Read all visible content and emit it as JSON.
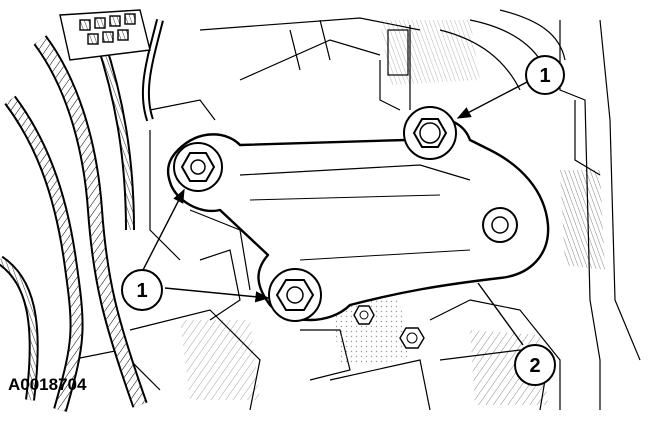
{
  "figure": {
    "id": "A0018704",
    "colors": {
      "ink": "#000000",
      "paper": "#ffffff",
      "shade": "#9a9a9a"
    }
  },
  "callouts": [
    {
      "label": "1",
      "target": "upper-right-bolt"
    },
    {
      "label": "1",
      "target": "left-and-lower-bolts"
    },
    {
      "label": "2",
      "target": "bracket"
    }
  ],
  "icons": [
    "bolt-icon",
    "washer-icon"
  ]
}
